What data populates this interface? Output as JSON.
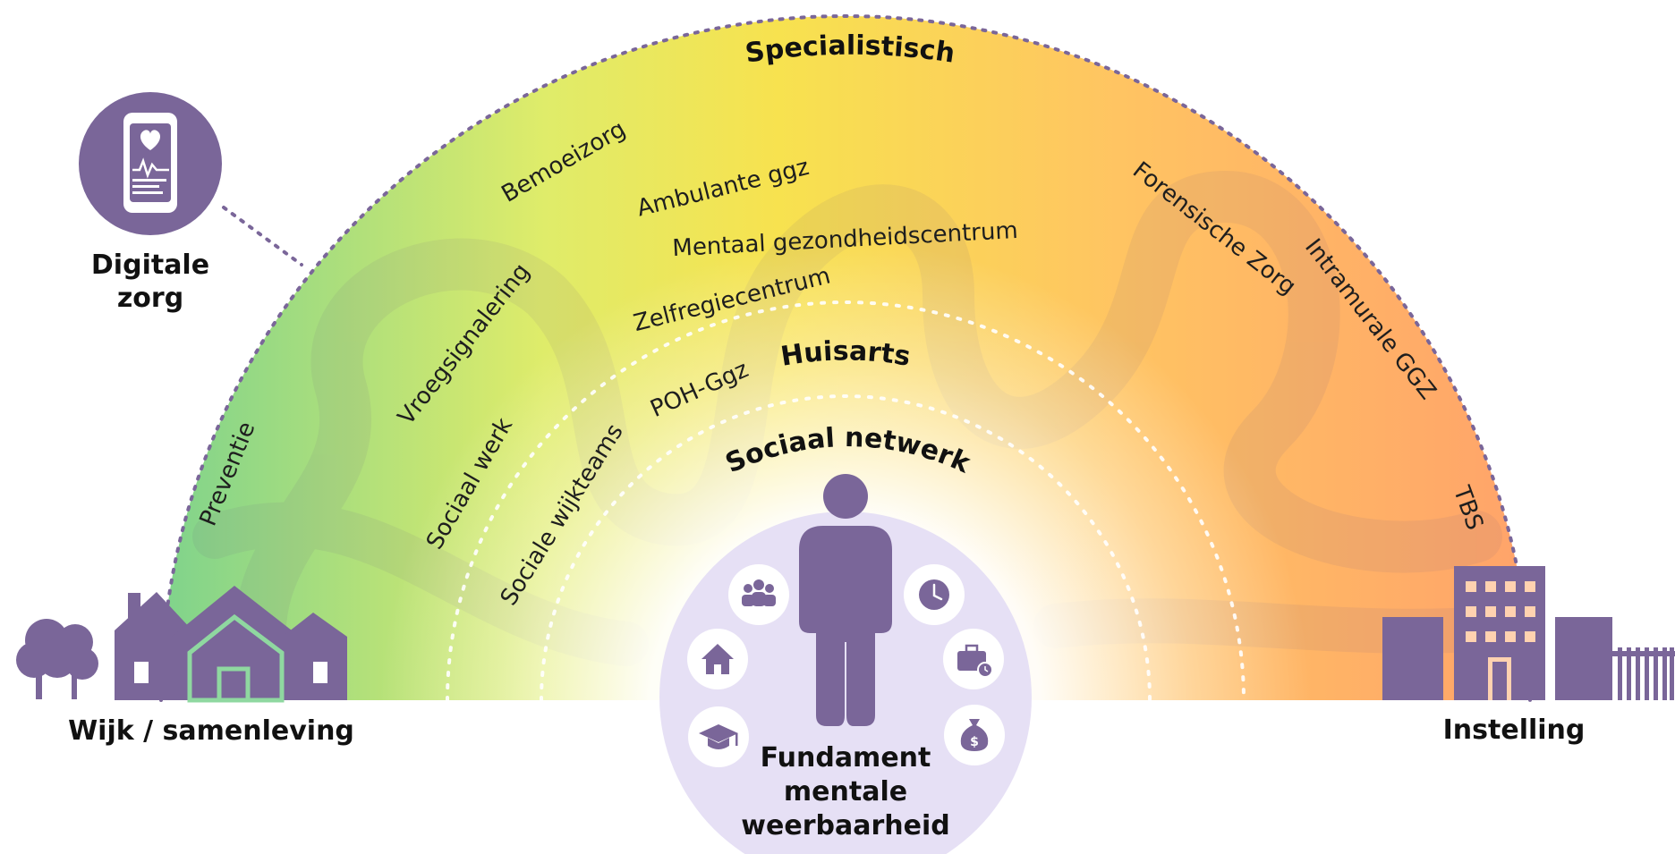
{
  "colors": {
    "purple": "#7a6699",
    "light_purple": "#e6e0f5",
    "green": "#7fd38c",
    "yellow": "#f7e24f",
    "orange": "#ffa36a",
    "text": "#1e1e1e"
  },
  "arc": {
    "outer_label": "Specialistisch",
    "middle_label": "Huisarts",
    "inner_label": "Sociaal netwerk"
  },
  "services": [
    {
      "name": "Preventie"
    },
    {
      "name": "Vroegsignalering"
    },
    {
      "name": "Sociaal werk"
    },
    {
      "name": "Sociale wijkteams"
    },
    {
      "name": "Bemoeizorg"
    },
    {
      "name": "Ambulante ggz"
    },
    {
      "name": "Mentaal gezondheidscentrum"
    },
    {
      "name": "Zelfregiecentrum"
    },
    {
      "name": "POH-Ggz"
    },
    {
      "name": "Forensische Zorg"
    },
    {
      "name": "Intramurale GGZ"
    },
    {
      "name": "TBS"
    }
  ],
  "digital_care": {
    "label_line1": "Digitale",
    "label_line2": "zorg",
    "icon": "phone-heart-icon"
  },
  "ends": {
    "left": "Wijk / samenleving",
    "right": "Instelling"
  },
  "foundation": {
    "line1": "Fundament",
    "line2": "mentale",
    "line3": "weerbaarheid",
    "icons": [
      "people-icon",
      "home-icon",
      "graduation-cap-icon",
      "clock-icon",
      "work-icon",
      "money-bag-icon"
    ]
  }
}
